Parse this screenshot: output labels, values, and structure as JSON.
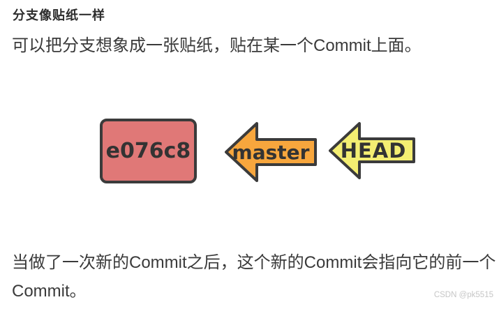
{
  "article": {
    "heading": "分支像贴纸一样",
    "paragraph1": "可以把分支想象成一张贴纸，贴在某一个Commit上面。",
    "paragraph2": "当做了一次新的Commit之后，这个新的Commit会指向它的前一个Commit。",
    "watermark": "CSDN @pk5515"
  },
  "diagram": {
    "commit_box": {
      "label": "e076c8",
      "fill": "#e07877",
      "border_color": "#3b3b3b"
    },
    "master_arrow": {
      "label": "master",
      "fill": "#f7a63d",
      "border_color": "#3b3b3b"
    },
    "head_arrow": {
      "label": "HEAD",
      "fill": "#f4ee72",
      "border_color": "#3b3b3b"
    },
    "label_color": "#333333"
  },
  "colors": {
    "background": "#ffffff",
    "heading_text": "#2d2d2d",
    "body_text": "#3a3a3a",
    "watermark_text": "#c6c6c6"
  }
}
